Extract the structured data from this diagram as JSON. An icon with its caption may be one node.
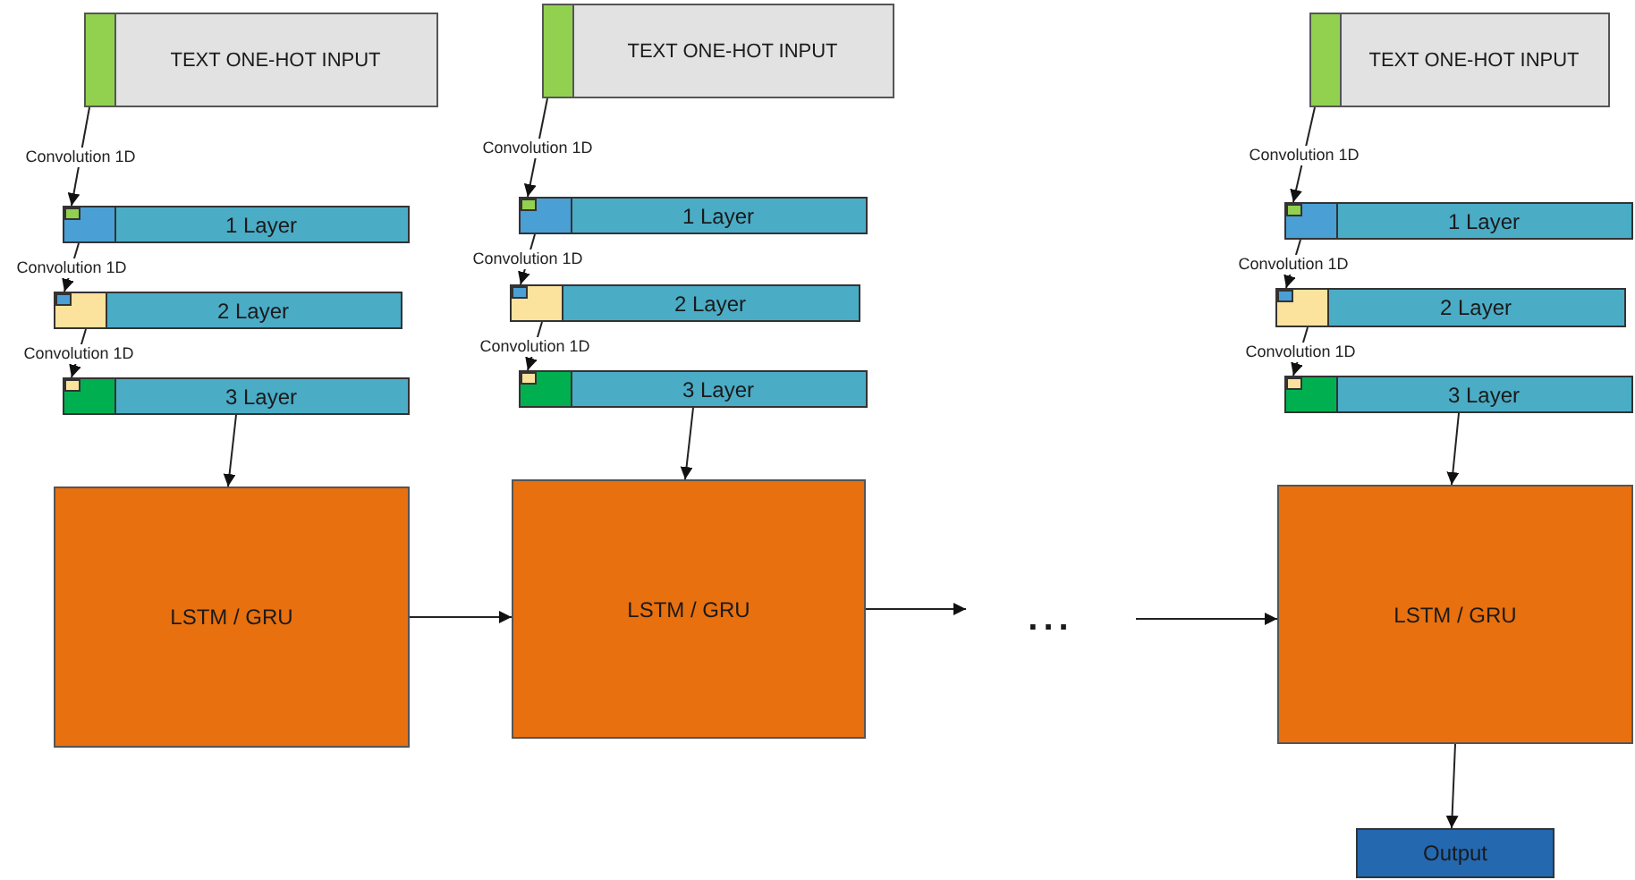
{
  "diagram": {
    "nodes": [
      {
        "text": [
          "TEXT ONE-HOT INPUT"
        ]
      },
      {
        "text": [
          "1 Layer"
        ]
      },
      {
        "text": [
          "2 Layer"
        ]
      },
      {
        "text": [
          "3 Layer"
        ]
      },
      {
        "text": [
          "LSTM / GRU"
        ]
      },
      {
        "text": [
          "TEXT ONE-HOT INPUT"
        ]
      },
      {
        "text": [
          "1 Layer"
        ]
      },
      {
        "text": [
          "2 Layer"
        ]
      },
      {
        "text": [
          "3 Layer"
        ]
      },
      {
        "text": [
          "LSTM / GRU"
        ]
      },
      {
        "text": [
          "..."
        ]
      },
      {
        "text": [
          "TEXT ONE-HOT INPUT"
        ]
      },
      {
        "text": [
          "1 Layer"
        ]
      },
      {
        "text": [
          "2 Layer"
        ]
      },
      {
        "text": [
          "3 Layer"
        ]
      },
      {
        "text": [
          "LSTM / GRU"
        ]
      },
      {
        "text": [
          "Output"
        ]
      }
    ],
    "edges": [
      {
        "from": 0,
        "to": 1,
        "arrow": "to",
        "label": "Convolution 1D"
      },
      {
        "from": 1,
        "to": 2,
        "arrow": "to",
        "label": "Convolution 1D"
      },
      {
        "from": 2,
        "to": 3,
        "arrow": "to",
        "label": "Convolution 1D"
      },
      {
        "from": 3,
        "to": 4,
        "arrow": "to"
      },
      {
        "from": 5,
        "to": 6,
        "arrow": "to",
        "label": "Convolution 1D"
      },
      {
        "from": 6,
        "to": 7,
        "arrow": "to",
        "label": "Convolution 1D"
      },
      {
        "from": 7,
        "to": 8,
        "arrow": "to",
        "label": "Convolution 1D"
      },
      {
        "from": 8,
        "to": 9,
        "arrow": "to"
      },
      {
        "from": 11,
        "to": 12,
        "arrow": "to",
        "label": "Convolution 1D"
      },
      {
        "from": 12,
        "to": 13,
        "arrow": "to",
        "label": "Convolution 1D"
      },
      {
        "from": 13,
        "to": 14,
        "arrow": "to",
        "label": "Convolution 1D"
      },
      {
        "from": 14,
        "to": 15,
        "arrow": "to"
      },
      {
        "from": 4,
        "to": 9,
        "arrow": "to"
      },
      {
        "from": 9,
        "to": 10,
        "arrow": "to"
      },
      {
        "from": 10,
        "to": 15,
        "arrow": "to"
      },
      {
        "from": 15,
        "to": 16,
        "arrow": "to"
      }
    ]
  }
}
